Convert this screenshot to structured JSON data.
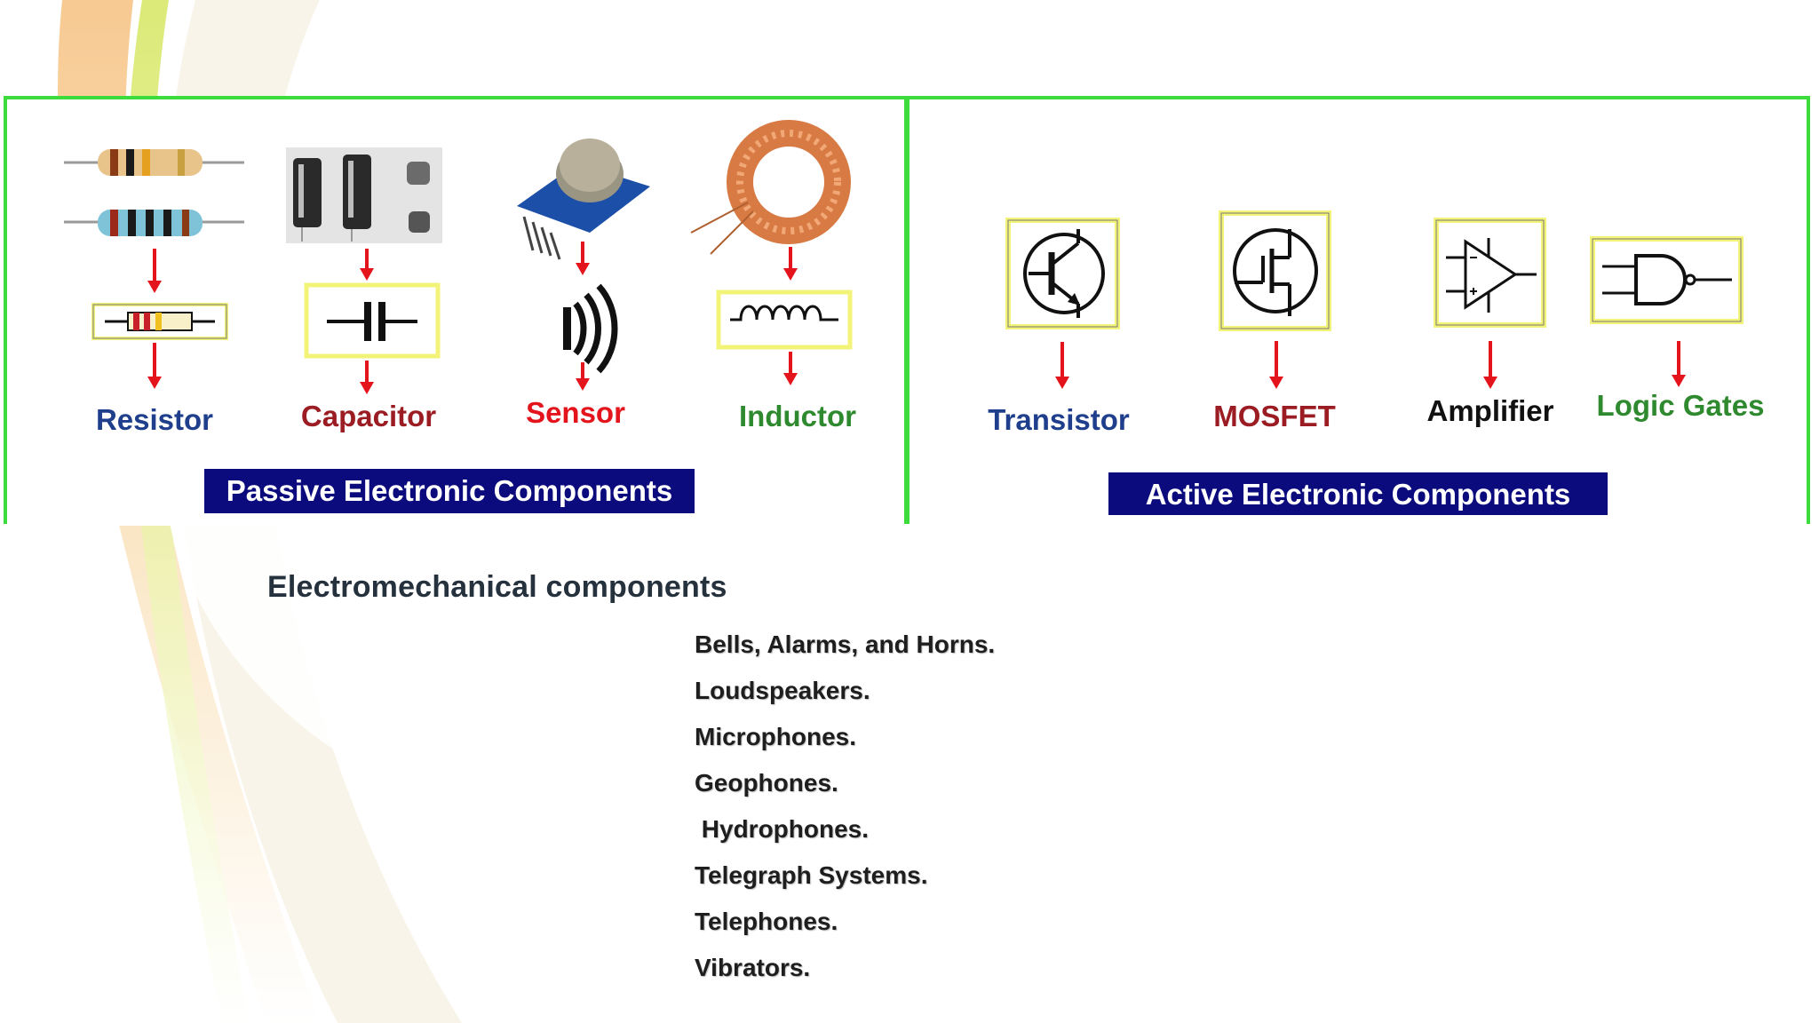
{
  "diagram": {
    "passive": {
      "title": "Passive Electronic Components",
      "items": [
        {
          "label": "Resistor",
          "color": "#1f3f8c"
        },
        {
          "label": "Capacitor",
          "color": "#9b1c22"
        },
        {
          "label": "Sensor",
          "color": "#e3141b"
        },
        {
          "label": "Inductor",
          "color": "#2f8a2f"
        }
      ]
    },
    "active": {
      "title": "Active Electronic Components",
      "items": [
        {
          "label": "Transistor",
          "color": "#1f3f8c"
        },
        {
          "label": "MOSFET",
          "color": "#9b1c22"
        },
        {
          "label": "Amplifier",
          "color": "#111111"
        },
        {
          "label": "Logic Gates",
          "color": "#2f8a2f"
        }
      ]
    },
    "colors": {
      "frame": "#3ddc3d",
      "banner": "#0b0b7e",
      "arrow": "#e3141b",
      "symbol_box": "#f3f37a"
    }
  },
  "section": {
    "heading": "Electromechanical components",
    "items": [
      "Bells, Alarms, and Horns.",
      "Loudspeakers.",
      "Microphones.",
      "Geophones.",
      " Hydrophones.",
      "Telegraph Systems.",
      "Telephones.",
      "Vibrators."
    ]
  }
}
